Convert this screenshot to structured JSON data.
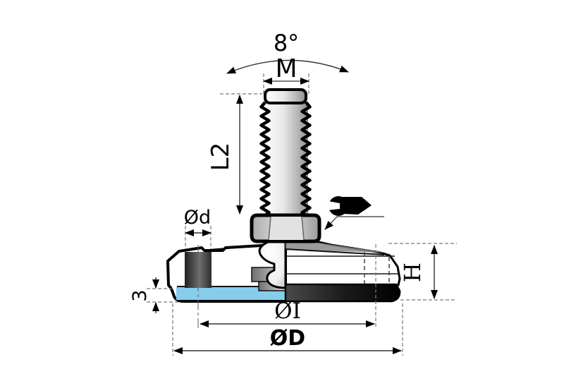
{
  "drawing": {
    "type": "technical-drawing",
    "subject": "Adjustable levelling machine foot with threaded stud, half-section side view",
    "labels": {
      "angle": "8°",
      "thread": "M",
      "length": "L2",
      "hole": "Ød",
      "inner": "ØI",
      "outer": "ØD",
      "height": "H",
      "pad": "3"
    },
    "icons": {
      "wrench": "wrench-icon"
    },
    "colors": {
      "background": "#ffffff",
      "section_blue": "#c3e2f4",
      "pad_blue": "#86cdec",
      "outline_black": "#000000",
      "body_gray": "#9c9c9c"
    }
  }
}
